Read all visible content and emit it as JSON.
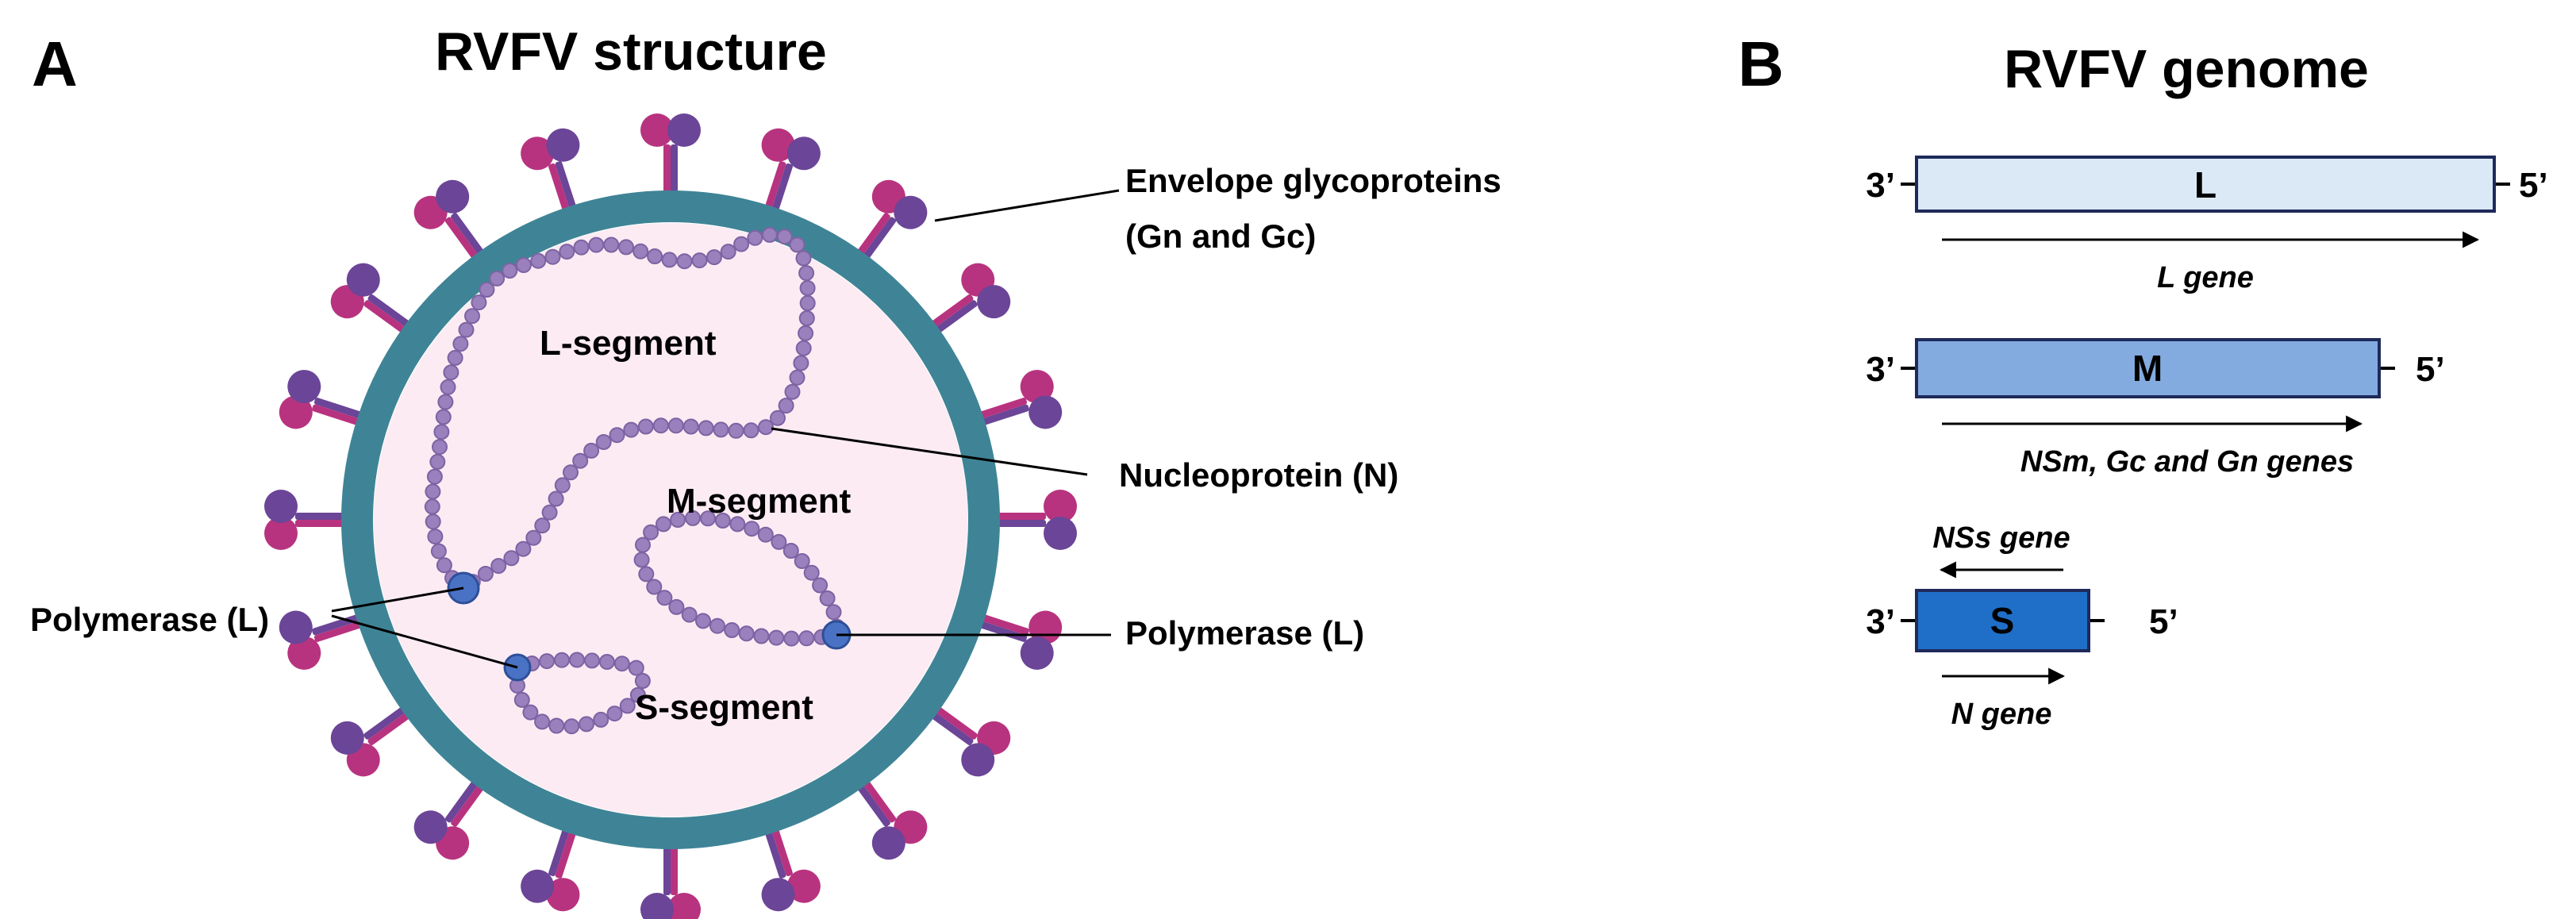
{
  "panel_a": {
    "letter": "A",
    "title": "RVFV structure",
    "labels": {
      "envelope_line1": "Envelope glycoproteins",
      "envelope_line2": "(Gn and Gc)",
      "nucleoprotein": "Nucleoprotein (N)",
      "polymerase_left": "Polymerase (L)",
      "polymerase_right": "Polymerase (L)",
      "l_segment": "L-segment",
      "m_segment": "M-segment",
      "s_segment": "S-segment"
    },
    "colors": {
      "envelope": "#3f8496",
      "interior": "#fcebf3",
      "nucleoprotein": "#9a80bc",
      "polymerase": "#4a72c4",
      "glycoprotein_magenta": "#b8337f",
      "glycoprotein_purple": "#6b4597"
    }
  },
  "panel_b": {
    "letter": "B",
    "title": "RVFV genome",
    "segments": [
      {
        "name": "L",
        "end3": "3’",
        "end5": "5’",
        "gene": "L gene",
        "fill": "#dbe9f7"
      },
      {
        "name": "M",
        "end3": "3’",
        "end5": "5’",
        "gene": "NSm, Gc and Gn genes",
        "fill": "#84abdf"
      },
      {
        "name": "S",
        "end3": "3’",
        "end5": "5’",
        "gene_reverse": "NSs gene",
        "gene": "N gene",
        "fill": "#1f6fc8"
      }
    ]
  }
}
